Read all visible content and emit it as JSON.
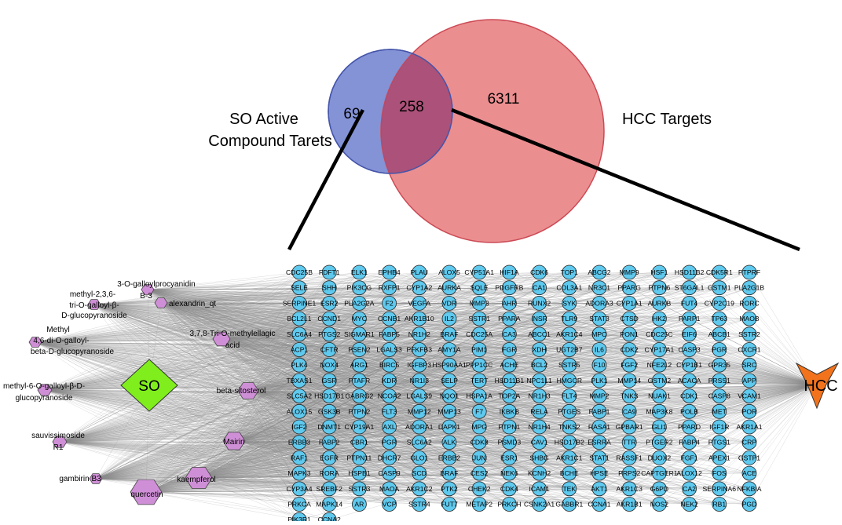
{
  "venn": {
    "left_label": [
      "SO Active",
      "Compound Tarets"
    ],
    "right_label": "HCC Targets",
    "left_only": "69",
    "overlap": "258",
    "right_only": "6311",
    "colors": {
      "left": "#6f7fcf",
      "right": "#e77a7c",
      "overlap": "#a64d77"
    }
  },
  "network": {
    "center_node": "SO",
    "disease_node": "HCC",
    "colors": {
      "center": "#80ee1c",
      "disease": "#f2731c",
      "compound": "#cf8fd6",
      "target": "#5fc9ee"
    },
    "compounds": [
      "3-O-galloylprocyanidin B-3",
      "methyl-2,3,6-tri-O-galloyl-β-D-glucopyranoside",
      "alexandrin_qt",
      "Methyl 4,6-di-O-galloyl-beta-D-glucopyranoside",
      "3,7,8-Tri-O-methylellagic acid",
      "methyl-6-O-galloyl-β-D-glucopyranoside",
      "beta-sitosterol",
      "sauvissimoside R1",
      "Mairin",
      "gambirin B3",
      "kaempferol",
      "quercetin"
    ],
    "targets": [
      [
        "CDC25B",
        "FDFT1",
        "ELK1",
        "EPHB4",
        "PLAU",
        "ALOX5",
        "CYP51A1",
        "HIF1A",
        "CDK6",
        "TOP1",
        "ABCG2",
        "MMP9",
        "HSF1",
        "HSD11B2",
        "CDK5R1",
        "PTPRF"
      ],
      [
        "SELE",
        "SHH",
        "PIK3CG",
        "RXFP1",
        "CYP1A2",
        "AURKA",
        "SQLE",
        "PDGFRB",
        "CA1",
        "COL3A1",
        "NR3C1",
        "PPARG",
        "PTPN6",
        "ST6GAL1",
        "GSTM1",
        "PLA2G1B"
      ],
      [
        "SERPINE1",
        "ESR2",
        "PLA2G2A",
        "F2",
        "VEGFA",
        "VDR",
        "MMP3",
        "AHR",
        "RUNX2",
        "SYK",
        "ADORA3",
        "CYP1A1",
        "AURKB",
        "FUT4",
        "CYP2C19",
        "RORC"
      ],
      [
        "BCL2L1",
        "CCND1",
        "MYC",
        "CCNB1",
        "AKR1B10",
        "IL2",
        "SSTR1",
        "PPARA",
        "INSR",
        "TLR9",
        "STAT3",
        "CTSD",
        "HK2",
        "PARP1",
        "TP63",
        "MAOB"
      ],
      [
        "SLC6A4",
        "PTGS2",
        "SIGMAR1",
        "FABP5",
        "NR1H2",
        "BRAF",
        "CDC25A",
        "CA3",
        "ABCC1",
        "AKR1C4",
        "MPO",
        "PON1",
        "CDC25C",
        "EIF6",
        "ABCB1",
        "SSTR2"
      ],
      [
        "ACP1",
        "CFTR",
        "PSEN2",
        "LGALS3",
        "PFKFB3",
        "AMY1A",
        "PIM1",
        "FGR",
        "XDH",
        "UGT2B7",
        "IL6",
        "CDK2",
        "CYP17A1",
        "CASP3",
        "PGR",
        "CXCR1"
      ],
      [
        "PLK4",
        "NOX4",
        "ARG1",
        "BIRC5",
        "IGFBP3",
        "HSP90AA1",
        "PPP1CC",
        "ACHE",
        "BCL2",
        "SSTR5",
        "F10",
        "FGF2",
        "NFE2L2",
        "CYP1B1",
        "GPR35",
        "SRC"
      ],
      [
        "TBXAS1",
        "GSR",
        "PTAFR",
        "KDR",
        "NR1I3",
        "SELP",
        "TERT",
        "HSD11B1",
        "NPC1L1",
        "HMGCR",
        "PLK1",
        "MMP14",
        "GSTM2",
        "ACACA",
        "PRSS1",
        "APP"
      ],
      [
        "SLC5A2",
        "HSD17B1",
        "GABRG2",
        "NCOA2",
        "LGALS9",
        "NQO1",
        "HSPA1A",
        "TOP2A",
        "NR1H3",
        "FLT4",
        "MMP2",
        "TNKS",
        "NUAK1",
        "CDK1",
        "CASP8",
        "VCAM1"
      ],
      [
        "ALOX15",
        "GSK3B",
        "PTPN2",
        "FLT3",
        "MMP12",
        "MMP13",
        "F7",
        "IKBKB",
        "RELA",
        "PTGES",
        "FABP1",
        "CA9",
        "MAP3K8",
        "POLB",
        "MET",
        "POR"
      ],
      [
        "IGF2",
        "DNMT1",
        "CYP19A1",
        "AXL",
        "ADORA1",
        "DAPK1",
        "MPG",
        "PTPN1",
        "NR1H4",
        "TNKS2",
        "RASA1",
        "GPBAR1",
        "GLI1",
        "PPARD",
        "IGF1R",
        "AKR1A1"
      ],
      [
        "ERBB3",
        "FABP2",
        "CBR1",
        "PGR",
        "SLC6A2",
        "ALK",
        "CDK8",
        "PSMD3",
        "CAV1",
        "HSD17B2",
        "ESRRA",
        "TTR",
        "PTGER2",
        "FABP4",
        "PTGS1",
        "CRP"
      ],
      [
        "RAF1",
        "EGFR",
        "PTPN11",
        "DHCR7",
        "GLO1",
        "ERBB2",
        "JUN",
        "ESR1",
        "SHBG",
        "AKR1C1",
        "STAT1",
        "RASSF1",
        "DUOX2",
        "FGF1",
        "APEX1",
        "GSTP1"
      ],
      [
        "MAPK3",
        "RORA",
        "HSPB1",
        "CASP9",
        "SCD",
        "BRAF",
        "CES2",
        "NEK6",
        "KCNH2",
        "BCHE",
        "HPSE",
        "PRPS2",
        "CAPTGER1",
        "ALOX12",
        "FOS",
        "ACE"
      ],
      [
        "CYP3A4",
        "SREBF2",
        "SSTR3",
        "MAOA",
        "AKR1C2",
        "PTK2",
        "CHEK2",
        "CDK4",
        "ICAM1",
        "TEK",
        "AKT1",
        "AKR1C3",
        "G6PD",
        "CA2",
        "SERPINA6",
        "NFKBIA"
      ],
      [
        "PRKCA",
        "MAPK14",
        "AR",
        "VCP",
        "SSTR4",
        "FUT7",
        "METAP2",
        "PRKCH",
        "CSNK2A1",
        "GABBR1",
        "CCNA1",
        "AKR1B1",
        "NOS2",
        "NEK2",
        "RB1",
        "PGD"
      ],
      [
        "PIK3R1",
        "CCNA2"
      ]
    ]
  }
}
